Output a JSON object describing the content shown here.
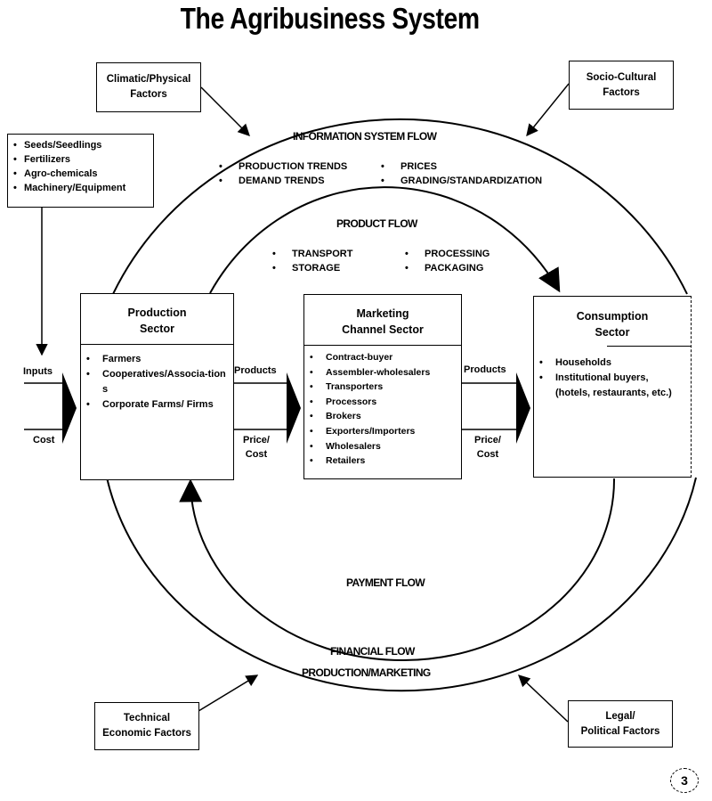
{
  "title": "The Agribusiness System",
  "factors": {
    "climatic": [
      "Climatic/Physical",
      "Factors"
    ],
    "socio_cultural": [
      "Socio-Cultural",
      "Factors"
    ],
    "technical": [
      "Technical",
      "Economic Factors"
    ],
    "legal": [
      "Legal/",
      "Political Factors"
    ]
  },
  "inputs_box": {
    "bullet": "•",
    "items": [
      "Seeds/Seedlings",
      "Fertilizers",
      "Agro-chemicals",
      "Machinery/Equipment"
    ]
  },
  "information_flow": {
    "label": "INFORMATION SYSTEM FLOW",
    "col1": [
      "PRODUCTION TRENDS",
      "DEMAND TRENDS"
    ],
    "col2": [
      "PRICES",
      "GRADING/STANDARDIZATION"
    ]
  },
  "product_flow": {
    "label": "PRODUCT FLOW",
    "col1": [
      "TRANSPORT",
      "STORAGE"
    ],
    "col2": [
      "PROCESSING",
      "PACKAGING"
    ]
  },
  "payment_flow": {
    "label": "PAYMENT FLOW"
  },
  "financial_flow": {
    "label": "FINANCIAL FLOW",
    "sublabel": "PRODUCTION/MARKETING"
  },
  "sectors": {
    "production": {
      "title": [
        "Production",
        "Sector"
      ],
      "items": [
        "Farmers",
        "Cooperatives/Associa-tions",
        "Corporate Farms/ Firms"
      ]
    },
    "marketing": {
      "title": [
        "Marketing",
        "Channel Sector"
      ],
      "items": [
        "Contract-buyer",
        "Assembler-wholesalers",
        "Transporters",
        "Processors",
        "Brokers",
        "Exporters/Importers",
        "Wholesalers",
        "Retailers"
      ]
    },
    "consumption": {
      "title": [
        "Consumption",
        "Sector"
      ],
      "items": [
        "Households",
        "Institutional buyers, (hotels, restaurants, etc.)"
      ]
    }
  },
  "connectors": {
    "inputs": "Inputs",
    "cost": "Cost",
    "products_1": "Products",
    "price_cost_1": [
      "Price/",
      "Cost"
    ],
    "products_2": "Products",
    "price_cost_2": [
      "Price/",
      "Cost"
    ]
  },
  "page_number": "3"
}
